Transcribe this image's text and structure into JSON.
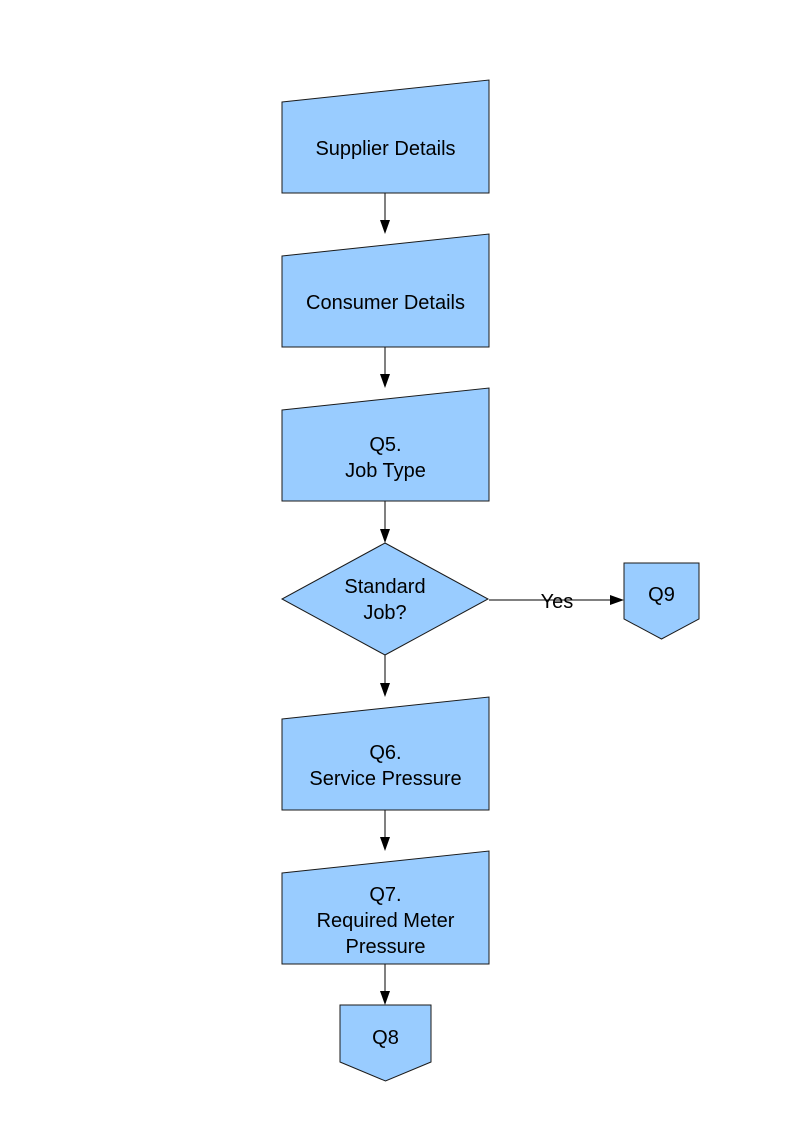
{
  "colors": {
    "node_fill": "#99ccff",
    "node_stroke": "#1a1a1a",
    "edge": "#000000",
    "background": "#ffffff"
  },
  "nodes": {
    "supplier_details": {
      "lines": [
        "Supplier Details"
      ],
      "shape": "manual-input"
    },
    "consumer_details": {
      "lines": [
        "Consumer Details"
      ],
      "shape": "manual-input"
    },
    "job_type": {
      "lines": [
        "Q5.",
        "Job Type"
      ],
      "shape": "manual-input"
    },
    "standard_job": {
      "lines": [
        "Standard",
        "Job?"
      ],
      "shape": "decision"
    },
    "q9": {
      "lines": [
        "Q9"
      ],
      "shape": "off-page-connector"
    },
    "service_pressure": {
      "lines": [
        "Q6.",
        "Service Pressure"
      ],
      "shape": "manual-input"
    },
    "required_meter_pressure": {
      "lines": [
        "Q7.",
        "Required Meter",
        "Pressure"
      ],
      "shape": "manual-input"
    },
    "q8": {
      "lines": [
        "Q8"
      ],
      "shape": "off-page-connector"
    }
  },
  "edges": [
    {
      "from": "supplier_details",
      "to": "consumer_details",
      "label": ""
    },
    {
      "from": "consumer_details",
      "to": "job_type",
      "label": ""
    },
    {
      "from": "job_type",
      "to": "standard_job",
      "label": ""
    },
    {
      "from": "standard_job",
      "to": "q9",
      "label": "Yes"
    },
    {
      "from": "standard_job",
      "to": "service_pressure",
      "label": ""
    },
    {
      "from": "service_pressure",
      "to": "required_meter_pressure",
      "label": ""
    },
    {
      "from": "required_meter_pressure",
      "to": "q8",
      "label": ""
    }
  ]
}
